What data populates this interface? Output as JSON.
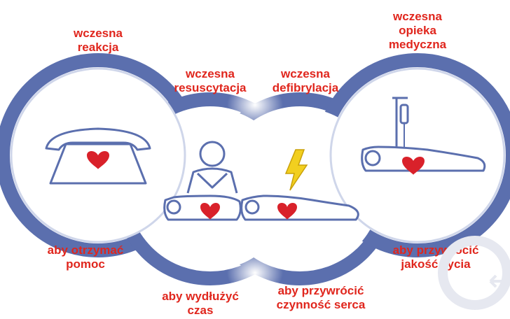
{
  "colors": {
    "ring": "#5b6fae",
    "ring_inner": "#cfd6ea",
    "fill": "#ffffff",
    "label": "#e0261d",
    "heart": "#d9212a",
    "lightning": "#f2cf1f",
    "icon_stroke": "#5b6fae"
  },
  "links": [
    {
      "id": "reaction",
      "top": [
        "wczesna",
        "reakcja"
      ],
      "bottom": [
        "aby otrzymać",
        "pomoc"
      ],
      "icon": "telephone-icon"
    },
    {
      "id": "cpr",
      "top": [
        "wczesna",
        "resuscytacja"
      ],
      "bottom": [
        "aby wydłużyć",
        "czas"
      ],
      "icon": "cpr-person-icon"
    },
    {
      "id": "defib",
      "top": [
        "wczesna",
        "defibrylacja"
      ],
      "bottom": [
        "aby przywrócić",
        "czynność serca"
      ],
      "icon": "lightning-bolt-icon"
    },
    {
      "id": "care",
      "top": [
        "wczesna",
        "opieka",
        "medyczna"
      ],
      "bottom": [
        "aby przywrócić",
        "jakość życia"
      ],
      "icon": "hospital-bed-icon"
    }
  ]
}
